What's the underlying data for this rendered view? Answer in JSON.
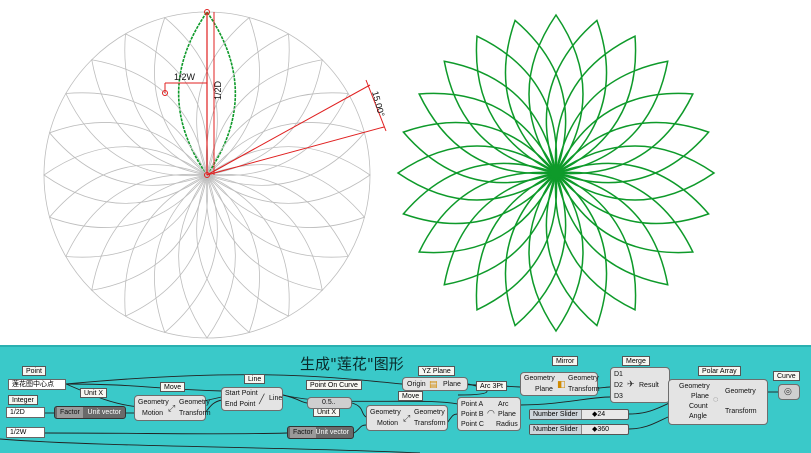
{
  "drawing": {
    "dim_width": "1/2W",
    "dim_depth": "1/2D",
    "dim_angle": "15.00°",
    "line_color": "#bdbdbd",
    "green": "#0e9a2a",
    "red": "#e02020"
  },
  "canvas": {
    "title": "生成\"莲花\"图形",
    "bg": "#3ac9c9"
  },
  "tags": {
    "point": "Point",
    "integer": "Integer",
    "unit_x": "Unit X",
    "move1": "Move",
    "line": "Line",
    "point_on_curve": "Point On Curve",
    "unit_x2": "Unit X",
    "move2": "Move",
    "yz_plane": "YZ Plane",
    "arc_3pt": "Arc 3Pt",
    "mirror": "Mirror",
    "merge": "Merge",
    "polar_array": "Polar Array",
    "curve": "Curve"
  },
  "panels": {
    "center_point": "莲花图中心点",
    "half_d": "1/2D",
    "half_w": "1/2W"
  },
  "nodes": {
    "factor1": "Factor",
    "unit_vector1": "Unit vector",
    "geometry": "Geometry",
    "motion": "Motion",
    "transform": "Transform",
    "start_point": "Start Point",
    "end_point": "End Point",
    "line_out": "Line",
    "poc_value": "0.5..",
    "factor2": "Factor",
    "unit_vector2": "Unit vector",
    "origin": "Origin",
    "plane": "Plane",
    "point_a": "Point A",
    "point_b": "Point B",
    "point_c": "Point C",
    "arc": "Arc",
    "radius": "Radius",
    "d1": "D1",
    "d2": "D2",
    "d3": "D3",
    "result": "Result",
    "count": "Count",
    "angle": "Angle"
  },
  "sliders": [
    {
      "label": "Number Slider",
      "value": "◆24"
    },
    {
      "label": "Number Slider",
      "value": "◆360"
    }
  ],
  "icons": [
    "move-icon",
    "line-icon",
    "plane-icon",
    "arc-icon",
    "mirror-icon",
    "merge-icon",
    "polar-array-icon",
    "curve-icon"
  ]
}
